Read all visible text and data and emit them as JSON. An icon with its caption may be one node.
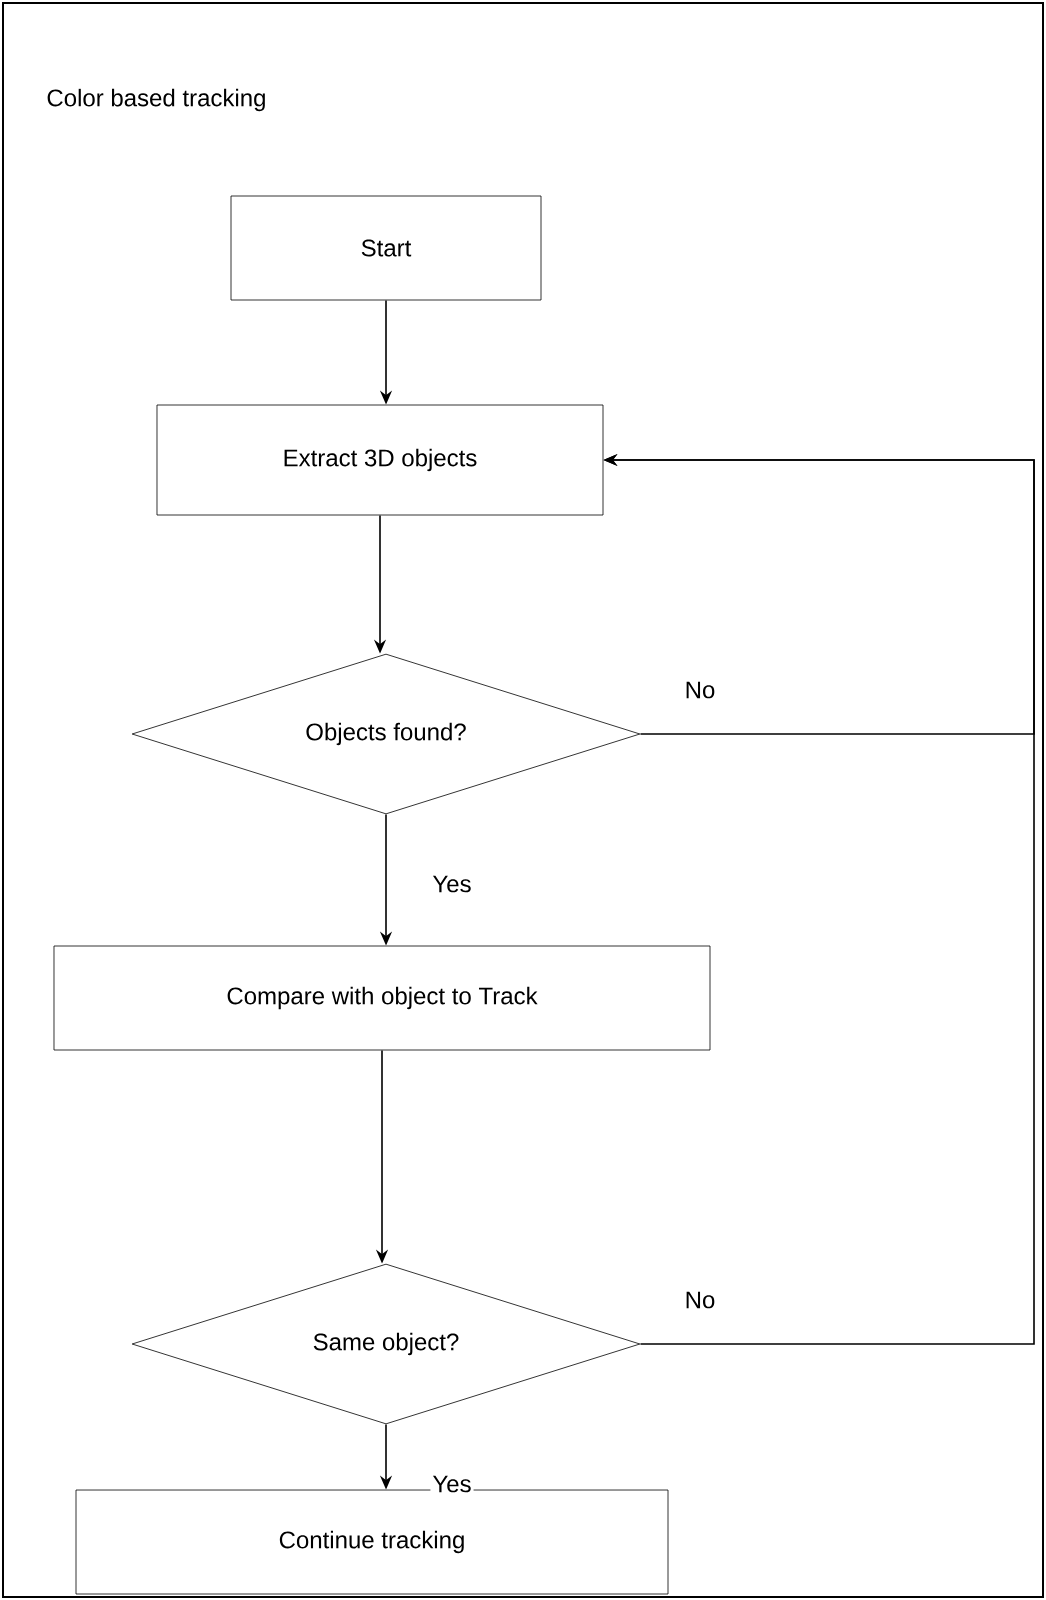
{
  "diagram": {
    "title": "Color based tracking",
    "nodes": [
      {
        "text": [
          "Start"
        ]
      },
      {
        "text": [
          "Extract 3D objects"
        ]
      },
      {
        "text": [
          "Objects found?"
        ]
      },
      {
        "text": [
          "Compare with object to Track"
        ]
      },
      {
        "text": [
          "Same object?"
        ]
      },
      {
        "text": [
          "Continue tracking"
        ]
      }
    ],
    "edges": [
      {
        "from": 0,
        "to": 1,
        "arrow": "to"
      },
      {
        "from": 1,
        "to": 2,
        "arrow": "to"
      },
      {
        "from": 2,
        "to": 3,
        "arrow": "to",
        "label": "Yes"
      },
      {
        "from": 3,
        "to": 4,
        "arrow": "to"
      },
      {
        "from": 4,
        "to": 5,
        "arrow": "to",
        "label": "Yes"
      },
      {
        "from": 2,
        "to": 1,
        "arrow": "to",
        "label": "No"
      },
      {
        "from": 4,
        "to": 1,
        "arrow": "to",
        "label": "No"
      }
    ]
  }
}
